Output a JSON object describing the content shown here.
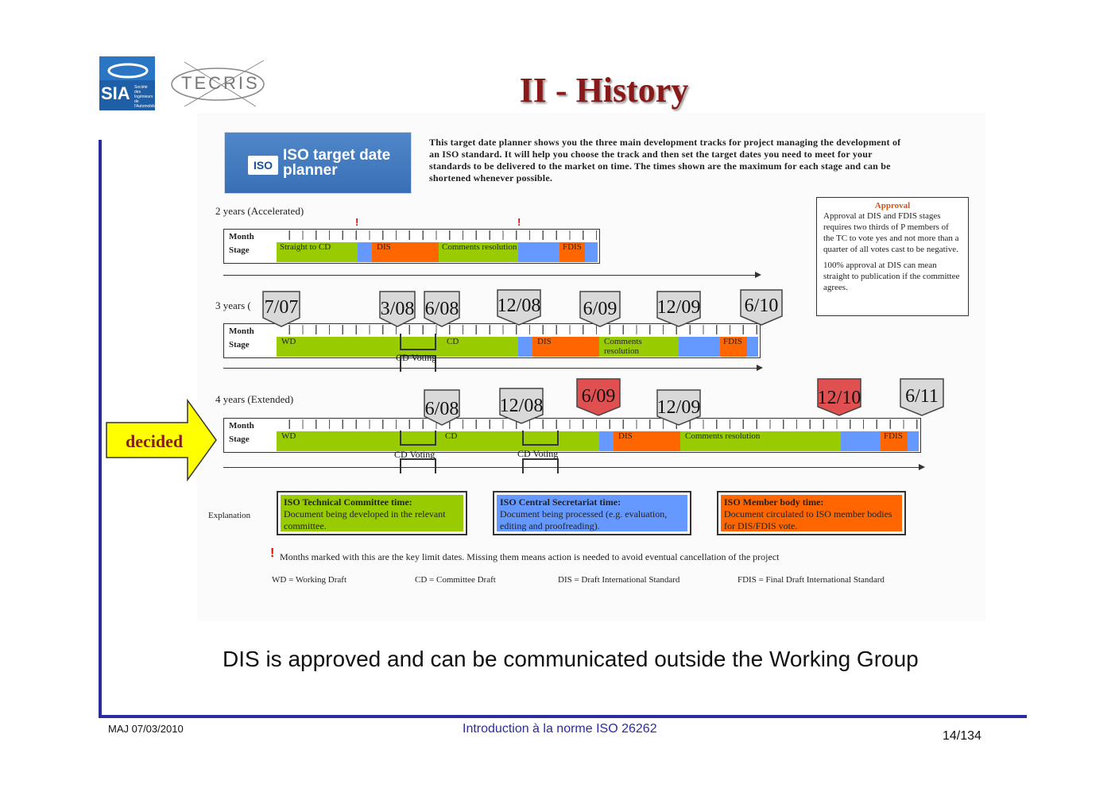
{
  "header": {
    "title": "II - History",
    "logo_sia": "SIA",
    "logo_sia_sub": "Société des Ingénieurs de l'Automobile",
    "logo_tecris": "TECRIS"
  },
  "planner": {
    "banner_iso": "ISO",
    "banner_title": "ISO target date planner",
    "intro": "This target date planner shows you the three main development tracks for project managing the development of an ISO standard. It will help you choose the track and then set the target dates you need to meet for your standards to be delivered to the market on time. The times shown are the maximum for each stage and can be shortened whenever possible.",
    "row_month": "Month",
    "row_stage": "Stage",
    "accelerated": {
      "label": "2 years (Accelerated)",
      "stages": [
        "Straight to CD",
        "DIS",
        "Comments resolution",
        "FDIS"
      ]
    },
    "standard": {
      "label": "3 years (",
      "stages": [
        "WD",
        "CD",
        "DIS",
        "Comments resolution",
        "FDIS"
      ],
      "voting": "CD Voting",
      "markers": [
        "7/07",
        "3/08",
        "6/08",
        "12/08",
        "6/09",
        "12/09",
        "6/10"
      ]
    },
    "extended": {
      "label": "4 years (Extended)",
      "stages": [
        "WD",
        "CD",
        "DIS",
        "Comments resolution",
        "FDIS"
      ],
      "voting": [
        "CD Voting",
        "CD Voting"
      ],
      "markers": [
        "6/08",
        "12/08",
        "6/09",
        "12/09",
        "12/10",
        "6/11"
      ]
    },
    "approval": {
      "title": "Approval",
      "p1": "Approval at DIS and FDIS stages requires two thirds of P members of the TC to vote yes and not more than a quarter of all votes cast to be negative.",
      "p2": "100% approval at DIS can mean straight to publication if the committee agrees."
    },
    "decided": "decided",
    "explanation_label": "Explanation",
    "explanations": [
      {
        "title": "ISO Technical Committee time:",
        "body": "Document being developed in the relevant committee."
      },
      {
        "title": "ISO Central Secretariat time:",
        "body": "Document being processed (e.g. evaluation, editing and proofreading)."
      },
      {
        "title": "ISO Member body time:",
        "body": "Document circulated to ISO member bodies for DIS/FDIS vote."
      }
    ],
    "key_note": "Months marked with this are the key limit dates. Missing them means action is needed to avoid eventual cancellation of the project",
    "key_mark": "!",
    "abbrevs": [
      "WD = Working Draft",
      "CD = Committee Draft",
      "DIS = Draft International Standard",
      "FDIS = Final Draft International Standard"
    ]
  },
  "caption": "DIS is approved and can be communicated outside the Working Group",
  "footer": {
    "date": "MAJ 07/03/2010",
    "center": "Introduction à la norme ISO 26262",
    "page": "14/134"
  },
  "colors": {
    "green": "#99cc00",
    "orange": "#ff6600",
    "blue": "#6699ff",
    "red_marker": "#e05050",
    "grey_marker": "#d9d9d9",
    "title": "#8a1a1a",
    "accent": "#2b2b9e",
    "decided": "#ffff00"
  }
}
